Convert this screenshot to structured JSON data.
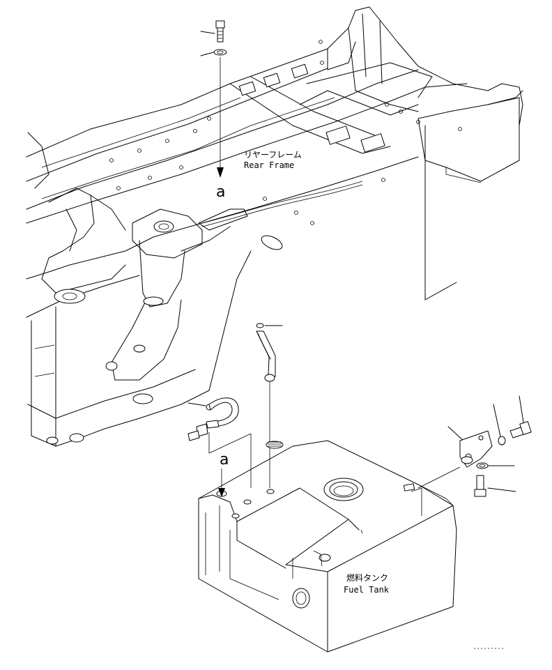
{
  "labels": {
    "rear_frame_jp": "リヤーフレーム",
    "rear_frame_en": "Rear Frame",
    "fuel_tank_jp": "燃料タンク",
    "fuel_tank_en": "Fuel Tank",
    "callout_top": "a",
    "callout_bottom": "a"
  }
}
